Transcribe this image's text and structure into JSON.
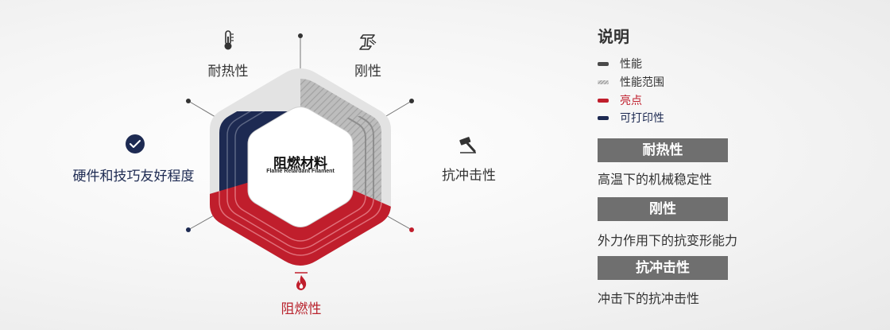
{
  "center": {
    "title": "阻燃材料",
    "subtitle": "Flame Retardant Filament"
  },
  "axes": {
    "heat": "耐热性",
    "rigidity": "刚性",
    "impact": "抗冲击性",
    "flame": "阻燃性",
    "hardware": "硬件和技巧友好程度"
  },
  "icons": {
    "heat": "thermometer-icon",
    "rigidity": "rigidity-beam-icon",
    "impact": "hammer-icon",
    "flame": "flame-icon",
    "hardware": "check-circle-icon"
  },
  "legend": {
    "title": "说明",
    "items": [
      {
        "label": "性能",
        "color": "#4a4a4a"
      },
      {
        "label": "性能范围",
        "color": "#bbbbbb"
      },
      {
        "label": "亮点",
        "color": "#c01e2c"
      },
      {
        "label": "可打印性",
        "color": "#1d2a52"
      }
    ]
  },
  "explanations": [
    {
      "heading": "耐热性",
      "text": "高温下的机械稳定性"
    },
    {
      "heading": "刚性",
      "text": "外力作用下的抗变形能力"
    },
    {
      "heading": "抗冲击性",
      "text": "冲击下的抗冲击性"
    }
  ],
  "colors": {
    "highlight": "#c01e2c",
    "printability": "#1d2a52",
    "performance": "#4a4a4a"
  }
}
